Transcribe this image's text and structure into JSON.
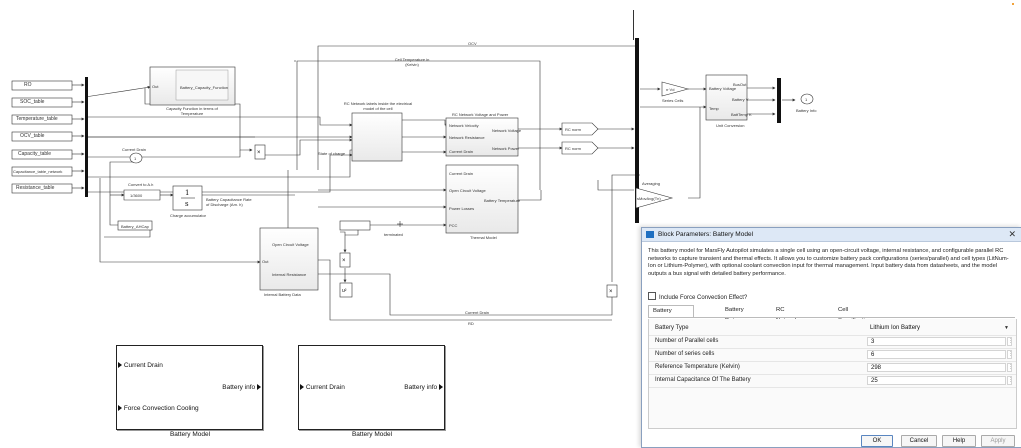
{
  "left_inputs": [
    "RO",
    "SOC_table",
    "Temperature_table",
    "OCV_table",
    "Capacity_table",
    "Capacitance_table_network",
    "Resistance_table"
  ],
  "diagram_labels": {
    "ocv_line": "OCV",
    "cell_temp_line": "Cell Temperature in (Kelvin)",
    "capacity_fn": "Capacity Function in terms of Temperature",
    "capacity_fn_inner": "Battery_Capacity_Function",
    "cap_out": "Out",
    "rc_network_desc": "RC Network labels inside the electrical model of the cell",
    "rc_network_voltage_power": "RC Network Voltage and Power",
    "current_drain_in": "Current Drain",
    "current_drain_port": "1",
    "convert_to_ah": "Convert to A.h",
    "gain_3600": "1/3600",
    "charge_accumulator": "Charge accumulator",
    "battery_cap_rate": "Battery Capacitance Rate of Discharge (Am. h)",
    "battery_ahcap": "Battery_AHCap",
    "state_of_charge": "State of charge",
    "network_velocity": "Network Velocity",
    "network_resistance": "Network Resistance",
    "current_drain_small": "Current Drain",
    "network_voltage": "Network Voltage",
    "network_power": "Network Power",
    "rc_norm1": "RC norm",
    "rc_norm2": "RC norm",
    "current_drain2": "Current Drain",
    "open_circuit_voltage": "Open Circuit Voltage",
    "battery_temperature": "Battery Temperature",
    "power_losses": "Power Losses",
    "pcc": "PCC",
    "thermal_model": "Thermal Model",
    "terminated": "terminated",
    "internal_battery_data": "Internal Battery Data",
    "ibd_ocv": "Open Circuit Voltage",
    "ibd_ir": "Internal Resistance",
    "ibd_out": "Out",
    "current_drain_bottom": "Current Drain",
    "rd": "RD",
    "series_cells": "Series Cells",
    "series_gain": "n·Vd",
    "unit_conversion": "Unit Conversion",
    "battery_voltage": "Battery Voltage",
    "temp": "Temp",
    "bus_out": "BusOut",
    "battery_v": "Battery V",
    "batt_temp": "BattTemp K",
    "battery_info_port": "1",
    "battery_info": "Battery Info",
    "averaging": "Averaging",
    "avg_gain": "sMovAvg(Tn)"
  },
  "subsystems": [
    {
      "caption": "Battery Model",
      "ports_in": [
        "Current Drain",
        "Force Convection Cooling"
      ],
      "port_out": "Battery info"
    },
    {
      "caption": "Battery Model",
      "ports_in": [
        "Current Drain"
      ],
      "port_out": "Battery info"
    }
  ],
  "dialog": {
    "title": "Block Parameters: Battery Model",
    "description": "This battery model for MarsFly Autopilot simulates a single cell using an open-circuit voltage, internal resistance, and configurable parallel RC networks to capture transient and thermal effects. It allows you to customize battery pack configurations (series/parallel) and cell types (LitNum-Ion or Lithium-Polymer), with optional coolant convection input for thermal management. Input battery data from datasheets, and the model outputs a bus signal with detailed battery performance.",
    "force_convection_label": "Include Force Convection Effect?",
    "force_convection_checked": false,
    "tabs": [
      "Battery Specifications",
      "Battery Data",
      "RC Network Data",
      "Cell Specifications"
    ],
    "active_tab": 0,
    "params": [
      {
        "label": "Battery Type",
        "value": "Lithium Ion Battery",
        "kind": "dropdown"
      },
      {
        "label": "Number of Parallel cells",
        "value": "3",
        "kind": "text"
      },
      {
        "label": "Number of series cells",
        "value": "6",
        "kind": "text"
      },
      {
        "label": "Reference Temperature (Kelvin)",
        "value": "298",
        "kind": "text"
      },
      {
        "label": "Internal Capacitance Of The Battery",
        "value": "25",
        "kind": "text"
      }
    ],
    "buttons": {
      "ok": "OK",
      "cancel": "Cancel",
      "help": "Help",
      "apply": "Apply"
    }
  },
  "colors": {
    "accent": "#1f6fc1",
    "line": "#333333",
    "block_fill": "#f2f2f2",
    "dialog_title_bg": "#dde8f6",
    "orange_mark": "#f2a33a"
  }
}
